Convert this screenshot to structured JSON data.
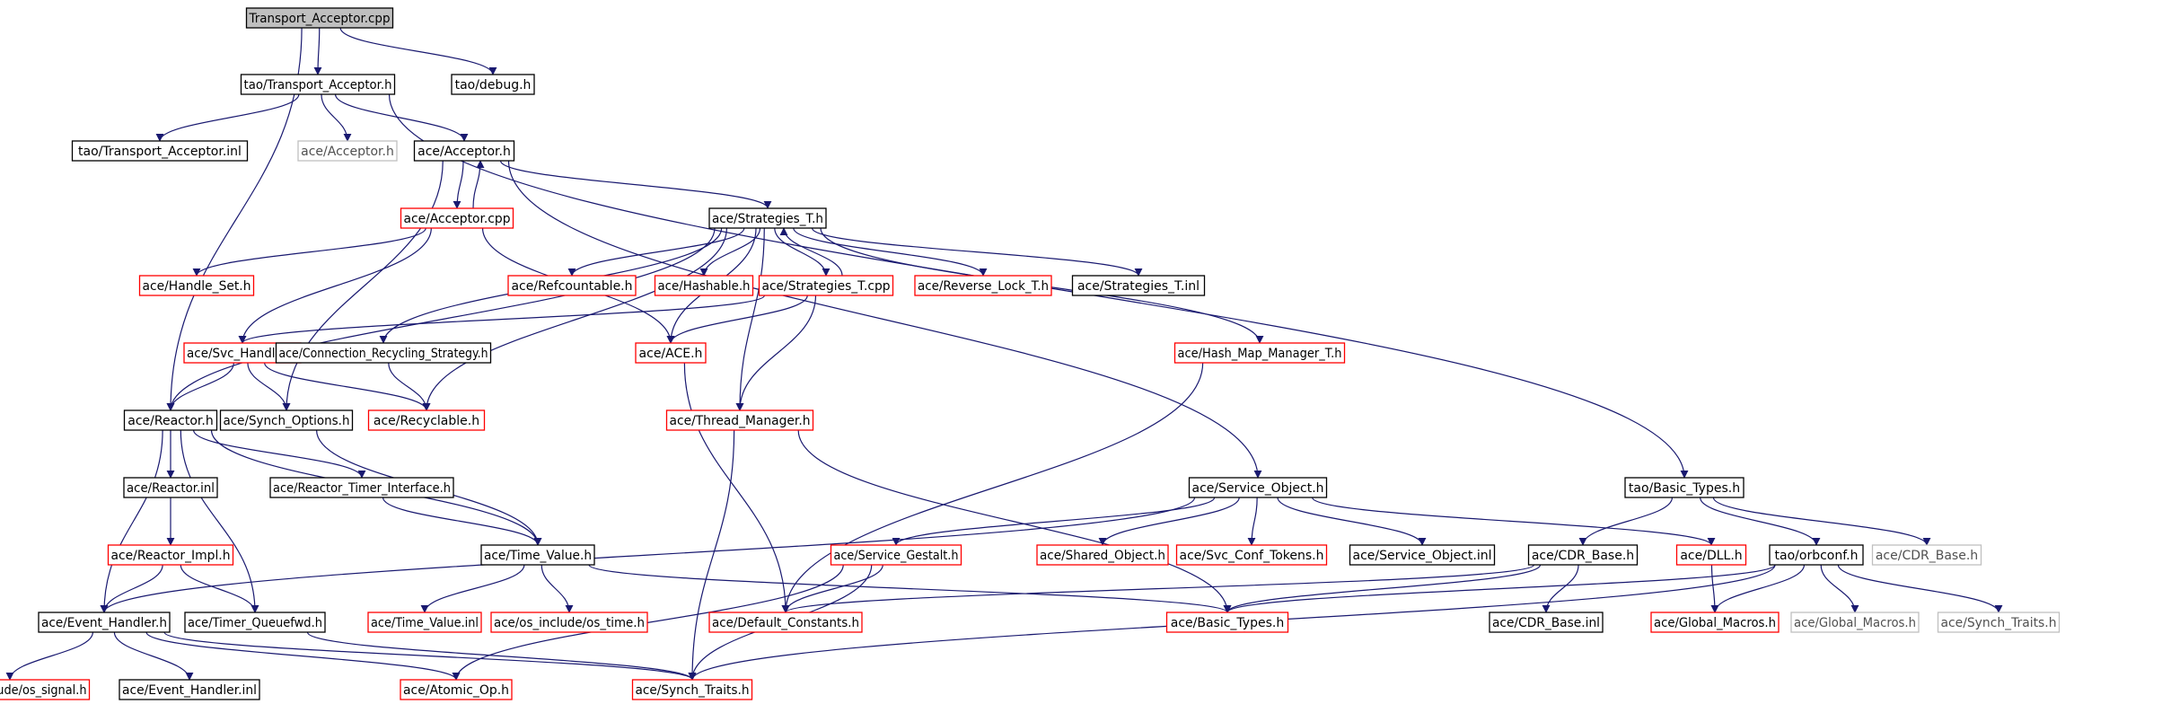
{
  "graph": {
    "nodes": [
      {
        "id": "root",
        "label": "Transport_Acceptor.cpp",
        "kind": "root"
      },
      {
        "id": "ta_h",
        "label": "tao/Transport_Acceptor.h",
        "kind": "normal"
      },
      {
        "id": "tao_debug",
        "label": "tao/debug.h",
        "kind": "normal"
      },
      {
        "id": "ta_inl",
        "label": "tao/Transport_Acceptor.inl",
        "kind": "normal"
      },
      {
        "id": "acceptor_gray",
        "label": "ace/Acceptor.h",
        "kind": "gray"
      },
      {
        "id": "acceptor_h",
        "label": "ace/Acceptor.h",
        "kind": "normal"
      },
      {
        "id": "acceptor_cpp",
        "label": "ace/Acceptor.cpp",
        "kind": "red"
      },
      {
        "id": "strategies_h",
        "label": "ace/Strategies_T.h",
        "kind": "normal"
      },
      {
        "id": "handle_set",
        "label": "ace/Handle_Set.h",
        "kind": "red"
      },
      {
        "id": "refcountable",
        "label": "ace/Refcountable.h",
        "kind": "red"
      },
      {
        "id": "hashable",
        "label": "ace/Hashable.h",
        "kind": "red"
      },
      {
        "id": "strategies_cpp",
        "label": "ace/Strategies_T.cpp",
        "kind": "red"
      },
      {
        "id": "reverse_lock",
        "label": "ace/Reverse_Lock_T.h",
        "kind": "red"
      },
      {
        "id": "strategies_inl",
        "label": "ace/Strategies_T.inl",
        "kind": "normal"
      },
      {
        "id": "svc_handler",
        "label": "ace/Svc_Handler.h",
        "kind": "red"
      },
      {
        "id": "conn_recycling",
        "label": "ace/Connection_Recycling_Strategy.h",
        "kind": "normal"
      },
      {
        "id": "ace_h",
        "label": "ace/ACE.h",
        "kind": "red"
      },
      {
        "id": "hash_map",
        "label": "ace/Hash_Map_Manager_T.h",
        "kind": "red"
      },
      {
        "id": "reactor_h",
        "label": "ace/Reactor.h",
        "kind": "normal"
      },
      {
        "id": "synch_options",
        "label": "ace/Synch_Options.h",
        "kind": "normal"
      },
      {
        "id": "recyclable",
        "label": "ace/Recyclable.h",
        "kind": "red"
      },
      {
        "id": "thread_manager",
        "label": "ace/Thread_Manager.h",
        "kind": "red"
      },
      {
        "id": "reactor_inl",
        "label": "ace/Reactor.inl",
        "kind": "normal"
      },
      {
        "id": "reactor_timer",
        "label": "ace/Reactor_Timer_Interface.h",
        "kind": "normal"
      },
      {
        "id": "service_object",
        "label": "ace/Service_Object.h",
        "kind": "normal"
      },
      {
        "id": "basic_types_tao",
        "label": "tao/Basic_Types.h",
        "kind": "normal"
      },
      {
        "id": "reactor_impl",
        "label": "ace/Reactor_Impl.h",
        "kind": "red"
      },
      {
        "id": "time_value",
        "label": "ace/Time_Value.h",
        "kind": "normal"
      },
      {
        "id": "service_gestalt",
        "label": "ace/Service_Gestalt.h",
        "kind": "red"
      },
      {
        "id": "shared_object",
        "label": "ace/Shared_Object.h",
        "kind": "red"
      },
      {
        "id": "svc_conf_tokens",
        "label": "ace/Svc_Conf_Tokens.h",
        "kind": "red"
      },
      {
        "id": "service_object_inl",
        "label": "ace/Service_Object.inl",
        "kind": "normal"
      },
      {
        "id": "dll_h",
        "label": "ace/DLL.h",
        "kind": "red"
      },
      {
        "id": "cdr_base",
        "label": "ace/CDR_Base.h",
        "kind": "normal"
      },
      {
        "id": "orbconf",
        "label": "tao/orbconf.h",
        "kind": "normal"
      },
      {
        "id": "cdr_base_gray",
        "label": "ace/CDR_Base.h",
        "kind": "gray"
      },
      {
        "id": "event_handler",
        "label": "ace/Event_Handler.h",
        "kind": "normal"
      },
      {
        "id": "timer_queuefwd",
        "label": "ace/Timer_Queuefwd.h",
        "kind": "normal"
      },
      {
        "id": "time_value_inl",
        "label": "ace/Time_Value.inl",
        "kind": "red"
      },
      {
        "id": "os_time",
        "label": "ace/os_include/os_time.h",
        "kind": "red"
      },
      {
        "id": "default_constants",
        "label": "ace/Default_Constants.h",
        "kind": "red"
      },
      {
        "id": "basic_types_ace",
        "label": "ace/Basic_Types.h",
        "kind": "red"
      },
      {
        "id": "cdr_base_inl",
        "label": "ace/CDR_Base.inl",
        "kind": "normal"
      },
      {
        "id": "global_macros_red",
        "label": "ace/Global_Macros.h",
        "kind": "red"
      },
      {
        "id": "global_macros_gray",
        "label": "ace/Global_Macros.h",
        "kind": "gray"
      },
      {
        "id": "synch_traits_gray",
        "label": "ace/Synch_Traits.h",
        "kind": "gray"
      },
      {
        "id": "os_signal",
        "label": "ace/os_include/os_signal.h",
        "kind": "red"
      },
      {
        "id": "event_handler_inl",
        "label": "ace/Event_Handler.inl",
        "kind": "normal"
      },
      {
        "id": "atomic_op",
        "label": "ace/Atomic_Op.h",
        "kind": "red"
      },
      {
        "id": "synch_traits_red",
        "label": "ace/Synch_Traits.h",
        "kind": "red"
      }
    ],
    "edges": [
      [
        "root",
        "ta_h"
      ],
      [
        "root",
        "tao_debug"
      ],
      [
        "root",
        "reactor_h"
      ],
      [
        "ta_h",
        "ta_inl"
      ],
      [
        "ta_h",
        "acceptor_gray"
      ],
      [
        "ta_h",
        "acceptor_h"
      ],
      [
        "ta_h",
        "basic_types_tao"
      ],
      [
        "acceptor_h",
        "acceptor_cpp"
      ],
      [
        "acceptor_cpp",
        "acceptor_h"
      ],
      [
        "acceptor_h",
        "strategies_h"
      ],
      [
        "acceptor_h",
        "synch_options"
      ],
      [
        "acceptor_h",
        "service_object"
      ],
      [
        "acceptor_cpp",
        "handle_set"
      ],
      [
        "acceptor_cpp",
        "svc_handler"
      ],
      [
        "acceptor_cpp",
        "ace_h"
      ],
      [
        "strategies_h",
        "refcountable"
      ],
      [
        "strategies_h",
        "hashable"
      ],
      [
        "strategies_h",
        "strategies_cpp"
      ],
      [
        "strategies_cpp",
        "strategies_h"
      ],
      [
        "strategies_h",
        "reverse_lock"
      ],
      [
        "strategies_h",
        "strategies_inl"
      ],
      [
        "strategies_h",
        "reactor_h"
      ],
      [
        "strategies_h",
        "conn_recycling"
      ],
      [
        "strategies_h",
        "hash_map"
      ],
      [
        "strategies_h",
        "recyclable"
      ],
      [
        "strategies_h",
        "thread_manager"
      ],
      [
        "strategies_h",
        "ace_h"
      ],
      [
        "strategies_cpp",
        "svc_handler"
      ],
      [
        "strategies_cpp",
        "ace_h"
      ],
      [
        "strategies_cpp",
        "thread_manager"
      ],
      [
        "svc_handler",
        "reactor_h"
      ],
      [
        "svc_handler",
        "synch_options"
      ],
      [
        "svc_handler",
        "recyclable"
      ],
      [
        "conn_recycling",
        "recyclable"
      ],
      [
        "ace_h",
        "default_constants"
      ],
      [
        "hash_map",
        "default_constants"
      ],
      [
        "thread_manager",
        "synch_traits_red"
      ],
      [
        "thread_manager",
        "basic_types_ace"
      ],
      [
        "reactor_h",
        "reactor_inl"
      ],
      [
        "reactor_h",
        "reactor_timer"
      ],
      [
        "reactor_h",
        "event_handler"
      ],
      [
        "reactor_h",
        "timer_queuefwd"
      ],
      [
        "reactor_h",
        "time_value"
      ],
      [
        "synch_options",
        "time_value"
      ],
      [
        "reactor_inl",
        "reactor_impl"
      ],
      [
        "reactor_impl",
        "event_handler"
      ],
      [
        "reactor_impl",
        "timer_queuefwd"
      ],
      [
        "reactor_timer",
        "time_value"
      ],
      [
        "time_value",
        "time_value_inl"
      ],
      [
        "time_value",
        "os_time"
      ],
      [
        "time_value",
        "basic_types_ace"
      ],
      [
        "service_object",
        "event_handler"
      ],
      [
        "service_object",
        "service_gestalt"
      ],
      [
        "service_object",
        "shared_object"
      ],
      [
        "service_object",
        "svc_conf_tokens"
      ],
      [
        "service_object",
        "service_object_inl"
      ],
      [
        "service_object",
        "dll_h"
      ],
      [
        "service_gestalt",
        "default_constants"
      ],
      [
        "service_gestalt",
        "atomic_op"
      ],
      [
        "service_gestalt",
        "synch_traits_red"
      ],
      [
        "basic_types_tao",
        "cdr_base"
      ],
      [
        "basic_types_tao",
        "orbconf"
      ],
      [
        "basic_types_tao",
        "cdr_base_gray"
      ],
      [
        "cdr_base",
        "basic_types_ace"
      ],
      [
        "cdr_base",
        "cdr_base_inl"
      ],
      [
        "cdr_base",
        "default_constants"
      ],
      [
        "dll_h",
        "global_macros_red"
      ],
      [
        "orbconf",
        "basic_types_ace"
      ],
      [
        "orbconf",
        "global_macros_red"
      ],
      [
        "orbconf",
        "global_macros_gray"
      ],
      [
        "orbconf",
        "synch_traits_gray"
      ],
      [
        "orbconf",
        "synch_traits_red"
      ],
      [
        "event_handler",
        "os_signal"
      ],
      [
        "event_handler",
        "event_handler_inl"
      ],
      [
        "event_handler",
        "atomic_op"
      ],
      [
        "event_handler",
        "synch_traits_red"
      ],
      [
        "timer_queuefwd",
        "synch_traits_red"
      ]
    ]
  }
}
